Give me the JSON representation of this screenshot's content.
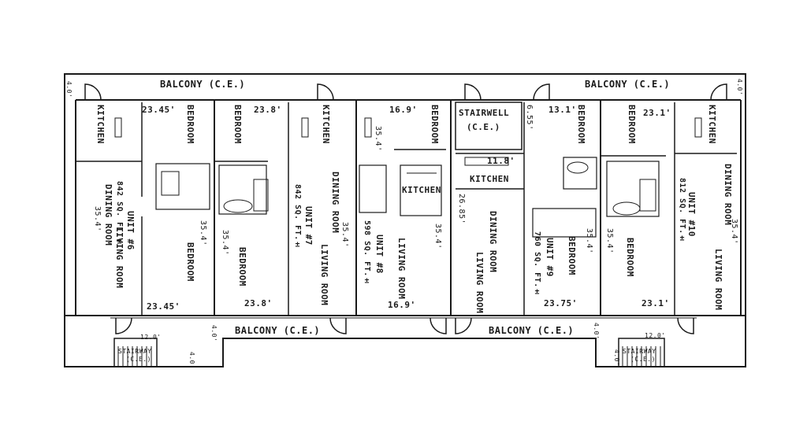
{
  "labels": {
    "balcony_top_left": "BALCONY (C.E.)",
    "balcony_top_right": "BALCONY (C.E.)",
    "balcony_bottom_left": "BALCONY (C.E.)",
    "balcony_bottom_right": "BALCONY (C.E.)",
    "stairwell": "STAIRWELL",
    "stairwell_ce": "(C.E.)",
    "stairway_left": "STAIRWAY",
    "stairway_left_ce": "(C.E.)",
    "stairway_right": "STAIRWAY",
    "stairway_right_ce": "(C.E.)",
    "kitchen": "KITCHEN",
    "bedroom": "BEDROOM",
    "dining_room": "DINING ROOM",
    "living_room": "LIVING ROOM"
  },
  "units": {
    "u6": {
      "name": "UNIT #6",
      "area": "842 SQ. FT.±"
    },
    "u7": {
      "name": "UNIT #7",
      "area": "842 SQ. FT.±"
    },
    "u8": {
      "name": "UNIT #8",
      "area": "598 SQ. FT.±"
    },
    "u9": {
      "name": "UNIT #9",
      "area": "760 SQ. FT.±"
    },
    "u10": {
      "name": "UNIT #10",
      "area": "812 SQ. FT.±"
    }
  },
  "dims": {
    "d_4_0": "4.0'",
    "d_12_0": "12.0'",
    "d_23_45": "23.45'",
    "d_23_8": "23.8'",
    "d_16_9": "16.9'",
    "d_13_1": "13.1'",
    "d_23_1": "23.1'",
    "d_23_75": "23.75'",
    "d_35_4": "35.4'",
    "d_11_8": "11.8'",
    "d_6_55": "6.55'",
    "d_26_85": "26.85'"
  }
}
